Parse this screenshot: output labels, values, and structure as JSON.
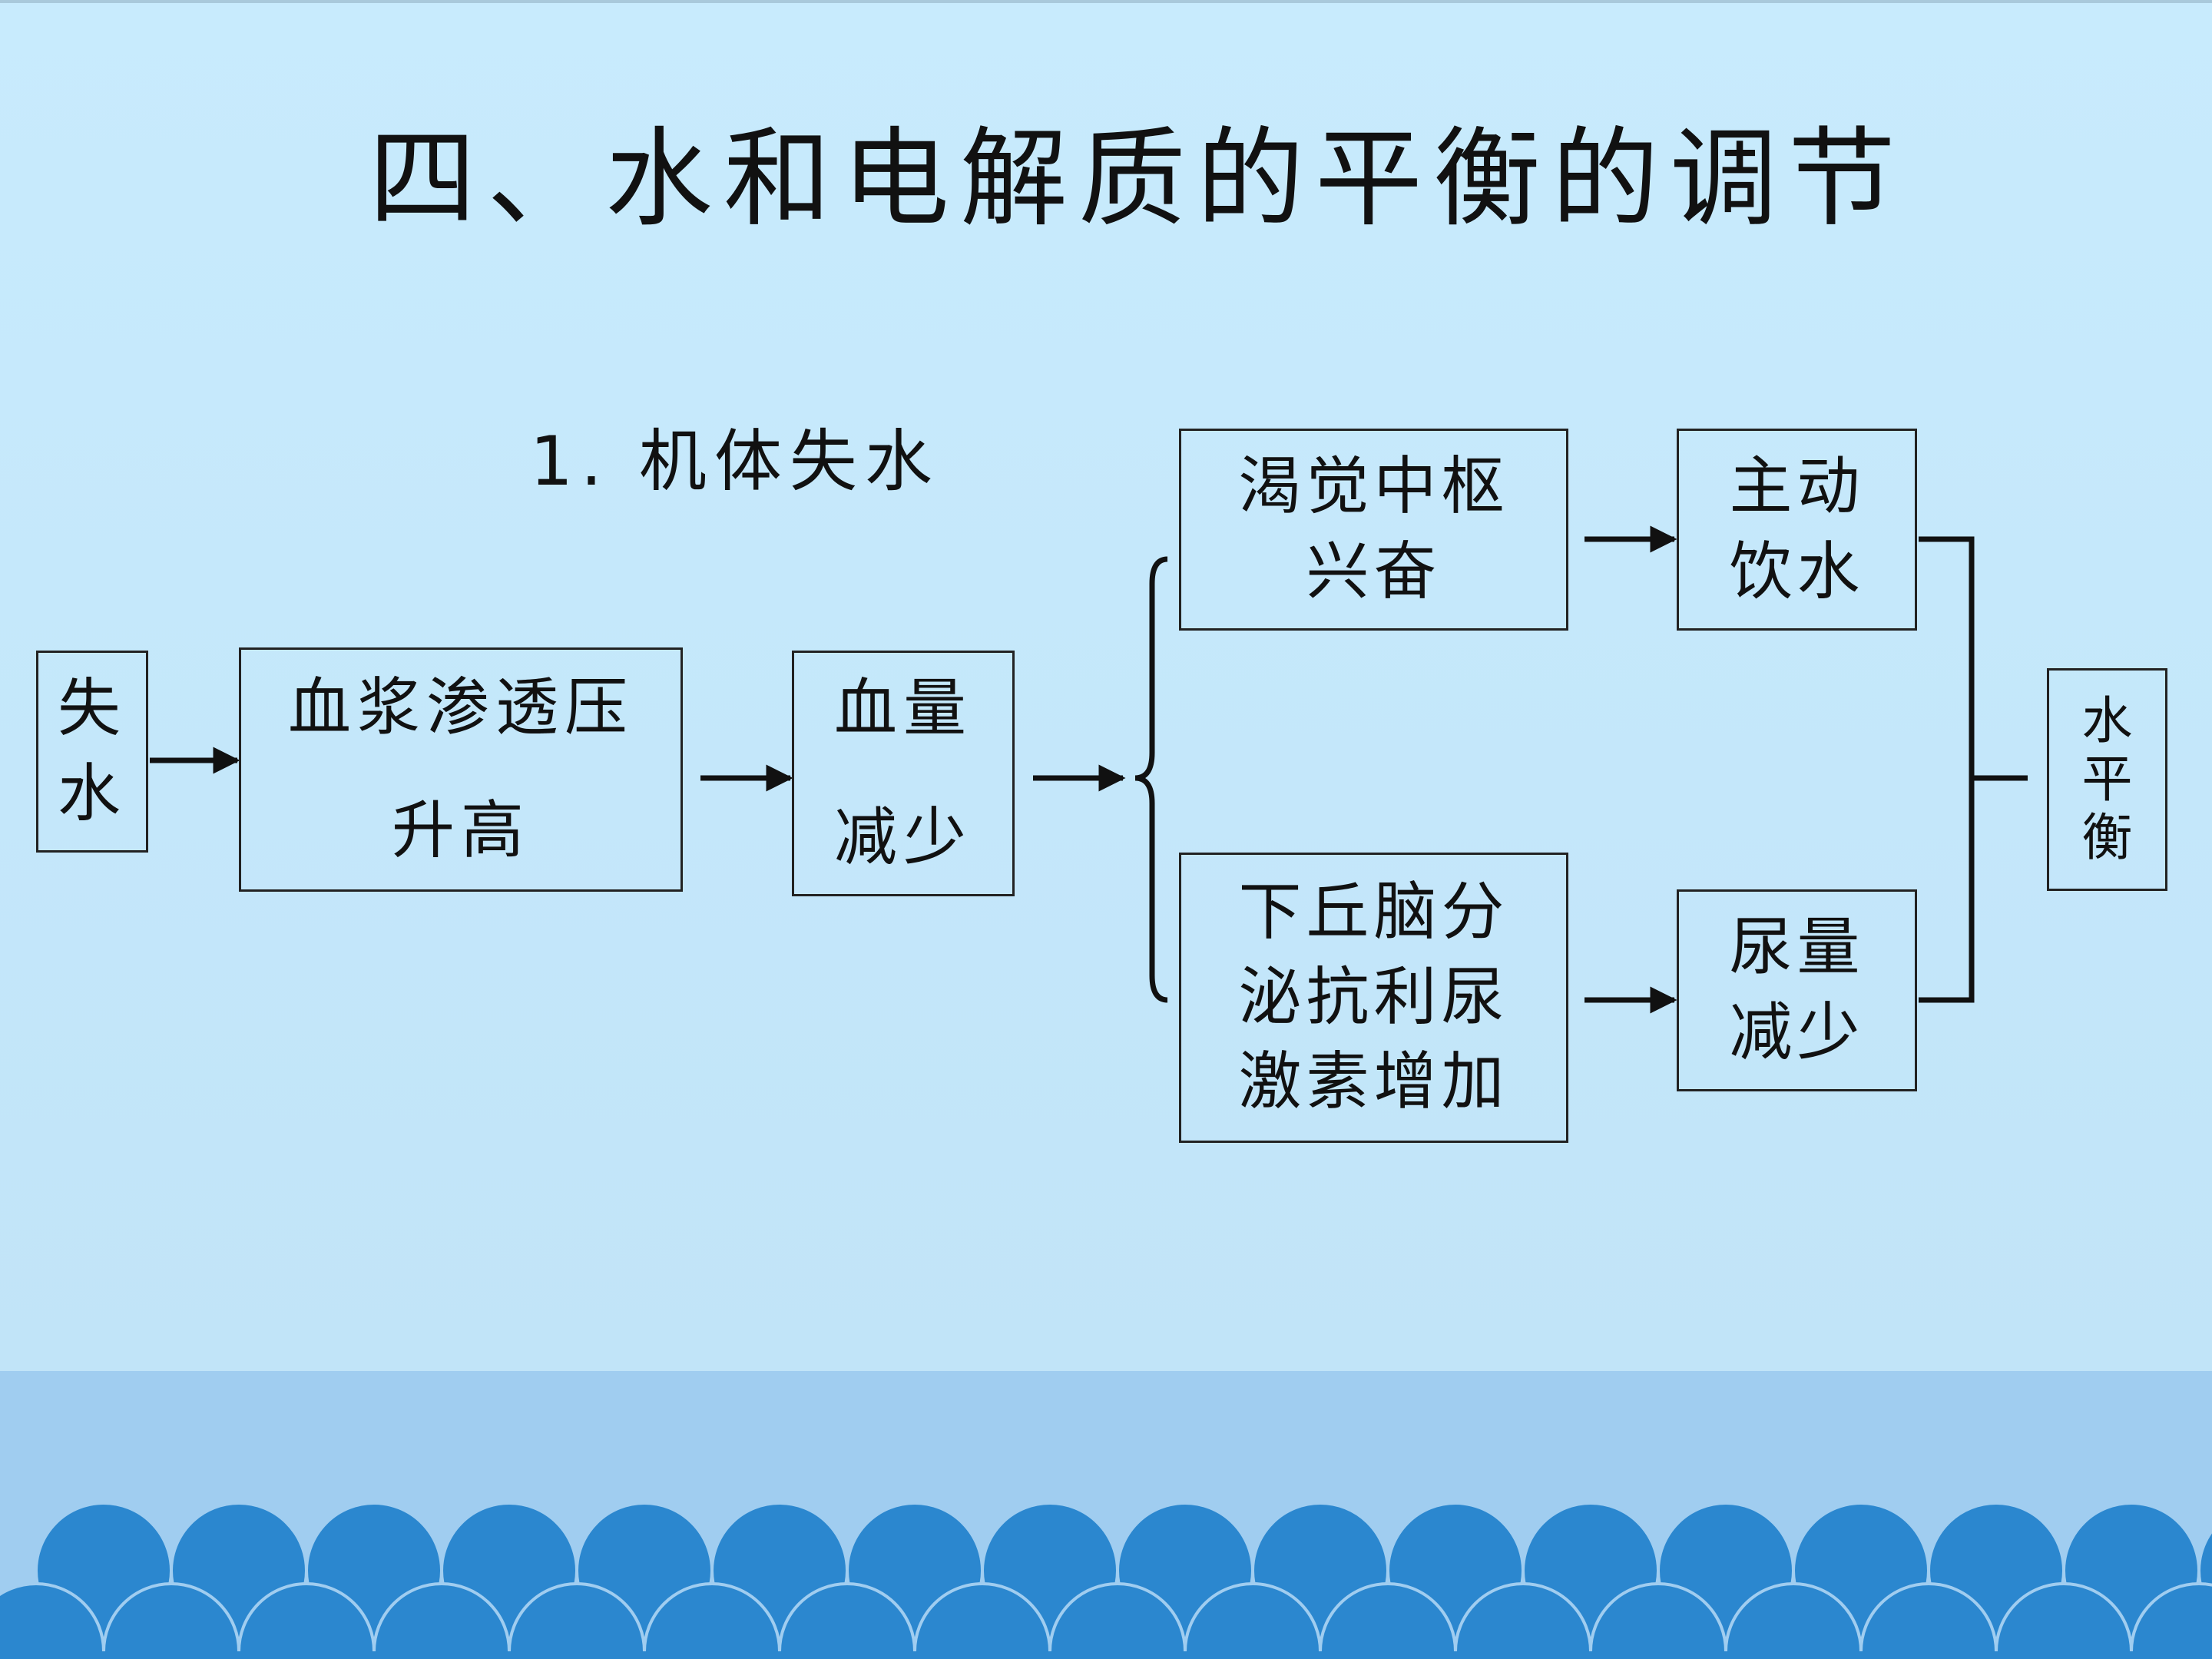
{
  "slide": {
    "title": "四、水和电解质的平衡的调节",
    "subtitle": "1. 机体失水"
  },
  "diagram": {
    "nodes": {
      "water_loss": [
        "失",
        "水"
      ],
      "plasma_osmotic": [
        "血浆渗透压",
        "升高"
      ],
      "blood_volume": [
        "血量",
        "减少"
      ],
      "thirst_center": [
        "渴觉中枢",
        "兴奋"
      ],
      "active_drinking": [
        "主动",
        "饮水"
      ],
      "adh": [
        "下丘脑分",
        "泌抗利尿",
        "激素增加"
      ],
      "urine_decrease": [
        "尿量",
        "减少"
      ],
      "water_balance": [
        "水",
        "平",
        "衡"
      ]
    }
  },
  "colors": {
    "background": "#c5e7fa",
    "band": "#a0cdf0",
    "wave": "#2b87cf",
    "line": "#111111"
  }
}
